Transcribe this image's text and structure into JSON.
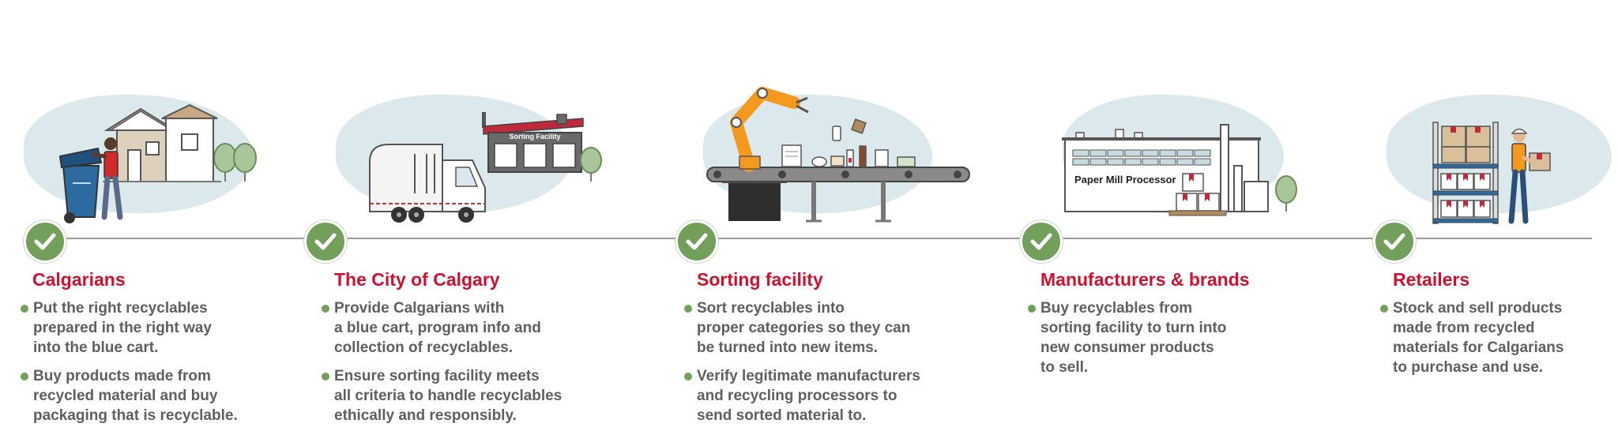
{
  "colors": {
    "title_red": "#d0102e",
    "check_green": "#72a05a",
    "body_gray": "#5f5f5f",
    "blob_blue": "#dce9ec"
  },
  "stages": [
    {
      "title": "Calgarians",
      "icon": "calgarian-house-cart-icon",
      "bullets": [
        [
          "Put the right recyclables",
          "prepared in the right way",
          "into the blue cart."
        ],
        [
          "Buy products made from",
          "recycled material and buy",
          "packaging that is recyclable."
        ]
      ]
    },
    {
      "title": "The City of Calgary",
      "icon": "truck-facility-icon",
      "facility_sign": "Sorting Facility",
      "bullets": [
        [
          "Provide Calgarians with",
          "a blue cart, program info and",
          "collection of recyclables."
        ],
        [
          "Ensure sorting facility meets",
          "all criteria to handle recyclables",
          "ethically and responsibly."
        ]
      ]
    },
    {
      "title": "Sorting facility",
      "icon": "robot-arm-conveyor-icon",
      "bullets": [
        [
          "Sort recyclables into",
          "proper categories so they can",
          "be turned into new items."
        ],
        [
          "Verify legitimate manufacturers",
          "and recycling processors to",
          "send sorted material to."
        ]
      ]
    },
    {
      "title": "Manufacturers & brands",
      "icon": "paper-mill-icon",
      "mill_sign": "Paper Mill Processor",
      "bullets": [
        [
          "Buy recyclables from",
          "sorting facility to turn into",
          "new consumer products",
          "to sell."
        ]
      ]
    },
    {
      "title": "Retailers",
      "icon": "retail-shelves-worker-icon",
      "bullets": [
        [
          "Stock and sell products",
          "made from recycled",
          "materials for Calgarians",
          "to purchase and use."
        ]
      ]
    }
  ]
}
